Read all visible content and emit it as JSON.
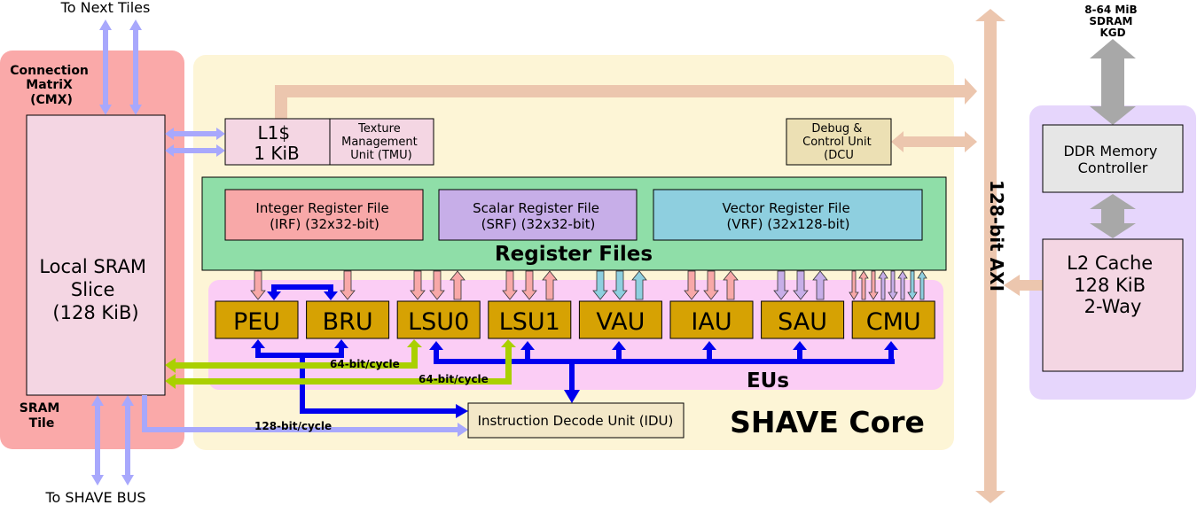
{
  "labels": {
    "to_next_tiles": "To Next Tiles",
    "cmx_line1": "Connection",
    "cmx_line2": "MatriX",
    "cmx_line3": "(CMX)",
    "sram_tile_line1": "SRAM",
    "sram_tile_line2": "Tile",
    "to_shave_bus": "To SHAVE BUS",
    "sdram_line1": "8-64 MiB",
    "sdram_line2": "SDRAM",
    "sdram_line3": "KGD",
    "axi": "128-bit AXI",
    "shave_core": "SHAVE Core",
    "register_files": "Register Files",
    "eus": "EUs",
    "bw_64_a": "64-bit/cycle",
    "bw_64_b": "64-bit/cycle",
    "bw_128": "128-bit/cycle"
  },
  "blocks": {
    "local_sram": [
      "Local SRAM",
      "Slice",
      "(128 KiB)"
    ],
    "l1_cache": [
      "L1$",
      "1 KiB"
    ],
    "tmu": [
      "Texture",
      "Management",
      "Unit (TMU)"
    ],
    "dcu": [
      "Debug &",
      "Control Unit",
      "(DCU"
    ],
    "irf": [
      "Integer Register File",
      "(IRF) (32x32-bit)"
    ],
    "srf": [
      "Scalar Register File",
      "(SRF) (32x32-bit)"
    ],
    "vrf": [
      "Vector Register File",
      "(VRF) (32x128-bit)"
    ],
    "idu": "Instruction Decode Unit (IDU)",
    "ddr_controller": [
      "DDR Memory",
      "Controller"
    ],
    "l2_cache": [
      "L2 Cache",
      "128 KiB",
      "2-Way"
    ]
  },
  "eus": [
    "PEU",
    "BRU",
    "LSU0",
    "LSU1",
    "VAU",
    "IAU",
    "SAU",
    "CMU"
  ],
  "colors": {
    "cmx_bg": "#faa9a9",
    "sram": "#f4d6e3",
    "shave_bg": "#fdf5d6",
    "reg_files": "#8fdea8",
    "irf": "#f8a8a8",
    "srf": "#c7aee8",
    "vrf": "#8ecfdf",
    "eus_bg": "#fbcdf5",
    "eu_box": "#d6a203",
    "idu": "#f3e8c8",
    "dcu": "#ece0b4",
    "axi": "#ecc6ae",
    "ddr_bg": "#e6d6fc",
    "ddr_ctrl": "#e6e6e6",
    "l2": "#f4d6e3",
    "bus_blue": "#0000ee",
    "bus_green": "#aad000",
    "light_blue_arrow": "#a8a8fc",
    "gray_arrow": "#a8a8a8"
  }
}
